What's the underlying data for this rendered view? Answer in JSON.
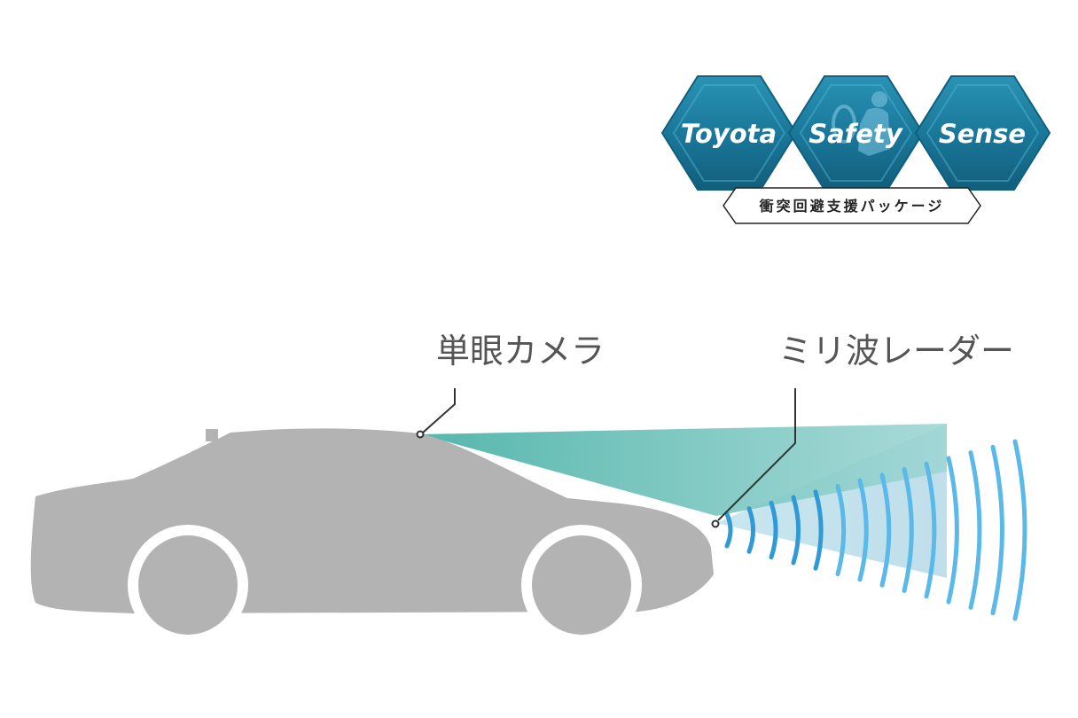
{
  "logo": {
    "words": [
      "Toyota",
      "Safety",
      "Sense"
    ],
    "tagline": "衝突回避支援パッケージ"
  },
  "labels": {
    "camera": "単眼カメラ",
    "radar": "ミリ波レーダー"
  },
  "colors": {
    "car": "#b3b3b3",
    "camera_beam": "#5fbfb8",
    "radar_beam": "#a9d6e2",
    "radar_waves": "#5ab9e8",
    "hex_fill": "#1e7fa0",
    "leader_line": "#333333"
  }
}
